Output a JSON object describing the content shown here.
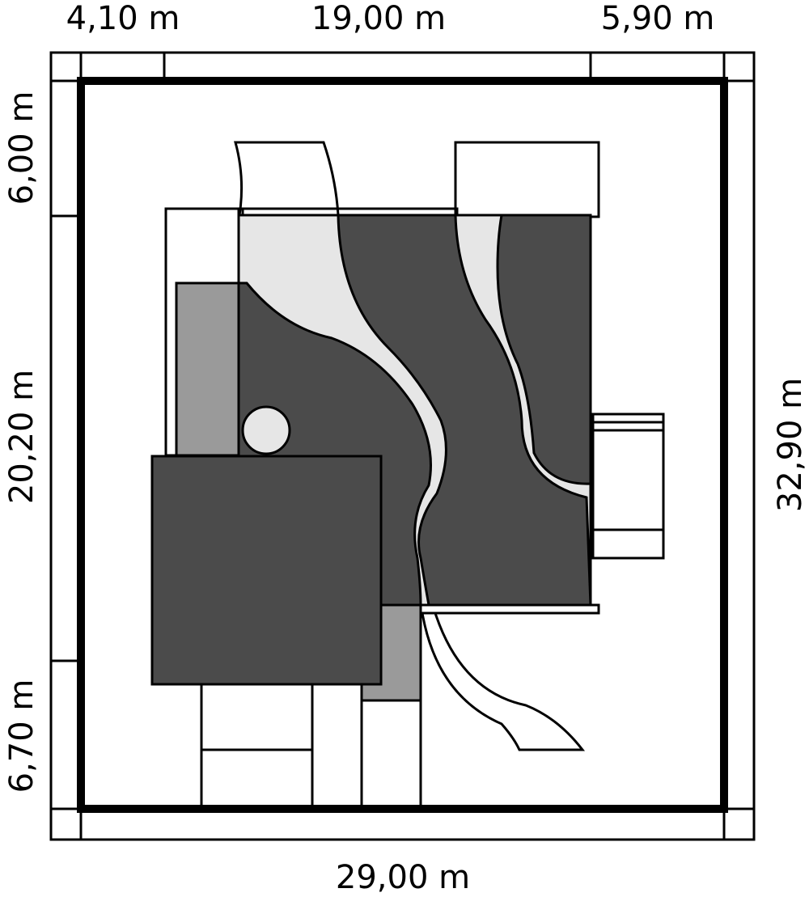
{
  "dimensions": {
    "top_left": "4,10 m",
    "top_middle": "19,00 m",
    "top_right": "5,90 m",
    "bottom": "29,00 m",
    "left_top": "6,00 m",
    "left_middle": "20,20 m",
    "left_bottom": "6,70 m",
    "right": "32,90 m"
  },
  "colors": {
    "building_dark": "#4b4b4b",
    "annex_mid": "#9a9a9a",
    "path_light": "#e6e6e6",
    "outline": "#000000",
    "ground": "#ffffff"
  }
}
